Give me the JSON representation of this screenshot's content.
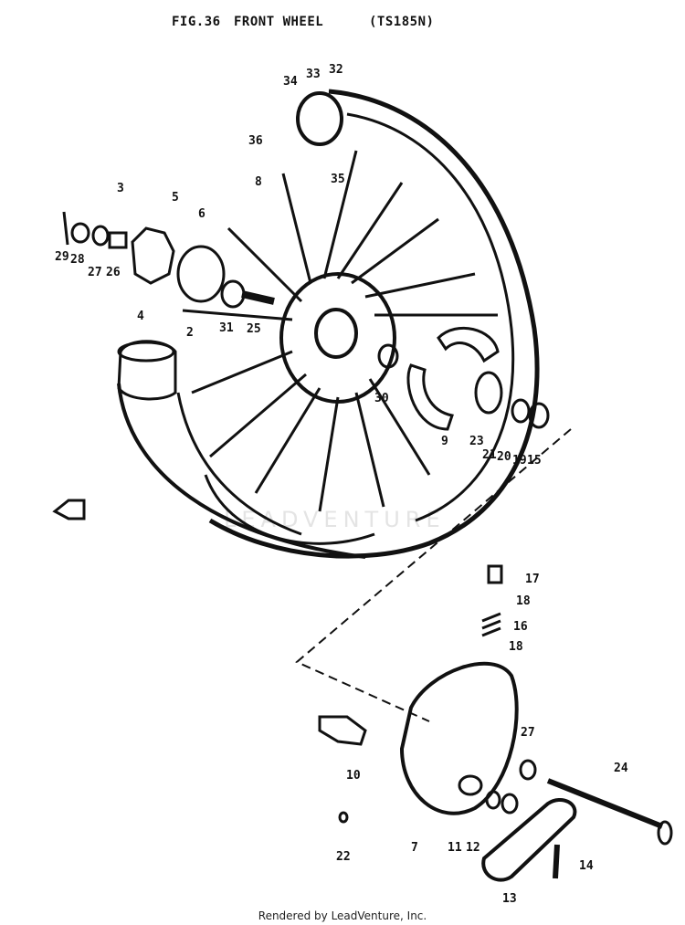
{
  "header": {
    "figure": "FIG.36",
    "title": "FRONT WHEEL",
    "model": "(TS185N)"
  },
  "watermark": "LEADVENTURE",
  "footer": "Rendered by LeadVenture, Inc.",
  "callouts": [
    "34",
    "33",
    "32",
    "36",
    "8",
    "35",
    "3",
    "5",
    "6",
    "29",
    "28",
    "27",
    "26",
    "4",
    "2",
    "31",
    "25",
    "9",
    "30",
    "23",
    "21",
    "20",
    "19",
    "15",
    "17",
    "18",
    "16",
    "18",
    "10",
    "27",
    "24",
    "22",
    "7",
    "11",
    "12",
    "14",
    "13"
  ]
}
